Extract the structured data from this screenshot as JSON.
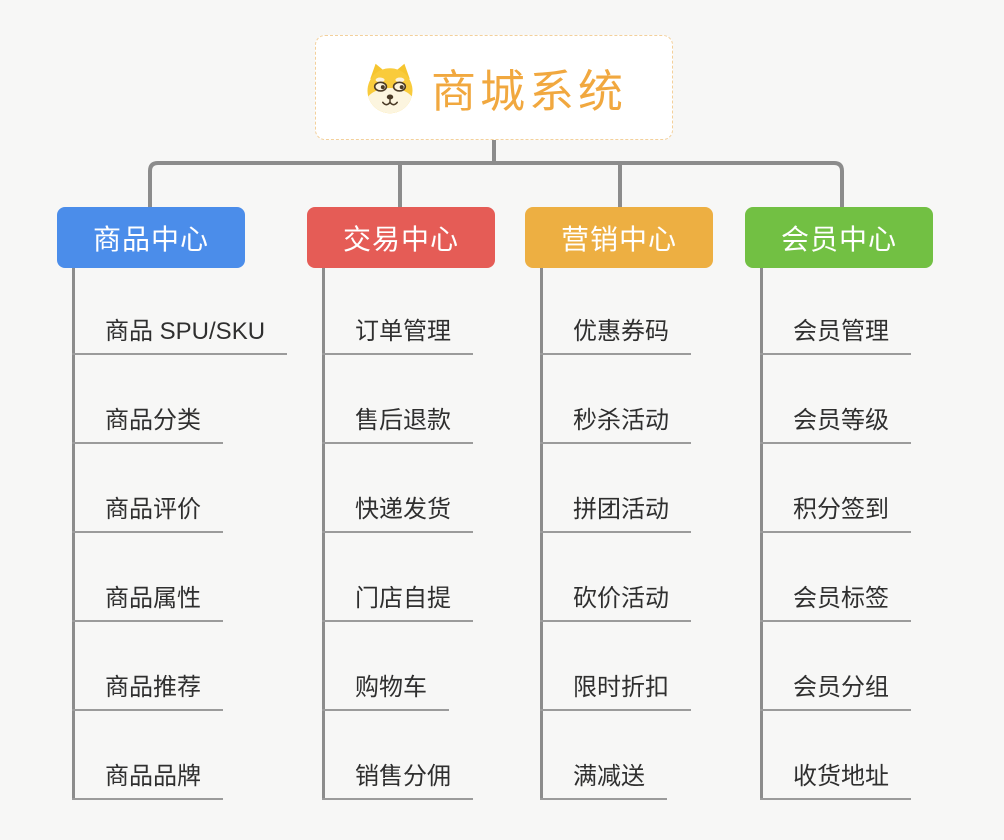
{
  "root": {
    "title": "商城系统",
    "icon": "shiba-dog-icon"
  },
  "branches": [
    {
      "label": "商品中心",
      "color": "#4b8dea",
      "items": [
        "商品 SPU/SKU",
        "商品分类",
        "商品评价",
        "商品属性",
        "商品推荐",
        "商品品牌"
      ]
    },
    {
      "label": "交易中心",
      "color": "#e55c56",
      "items": [
        "订单管理",
        "售后退款",
        "快递发货",
        "门店自提",
        "购物车",
        "销售分佣"
      ]
    },
    {
      "label": "营销中心",
      "color": "#edaf42",
      "items": [
        "优惠券码",
        "秒杀活动",
        "拼团活动",
        "砍价活动",
        "限时折扣",
        "满减送"
      ]
    },
    {
      "label": "会员中心",
      "color": "#72c043",
      "items": [
        "会员管理",
        "会员等级",
        "积分签到",
        "会员标签",
        "会员分组",
        "收货地址"
      ]
    }
  ],
  "colors": {
    "background": "#f7f7f6",
    "connector": "#8c8c8c",
    "underline": "#9b9b9b",
    "root_accent": "#f1a83f",
    "root_border": "#f3d09b"
  }
}
